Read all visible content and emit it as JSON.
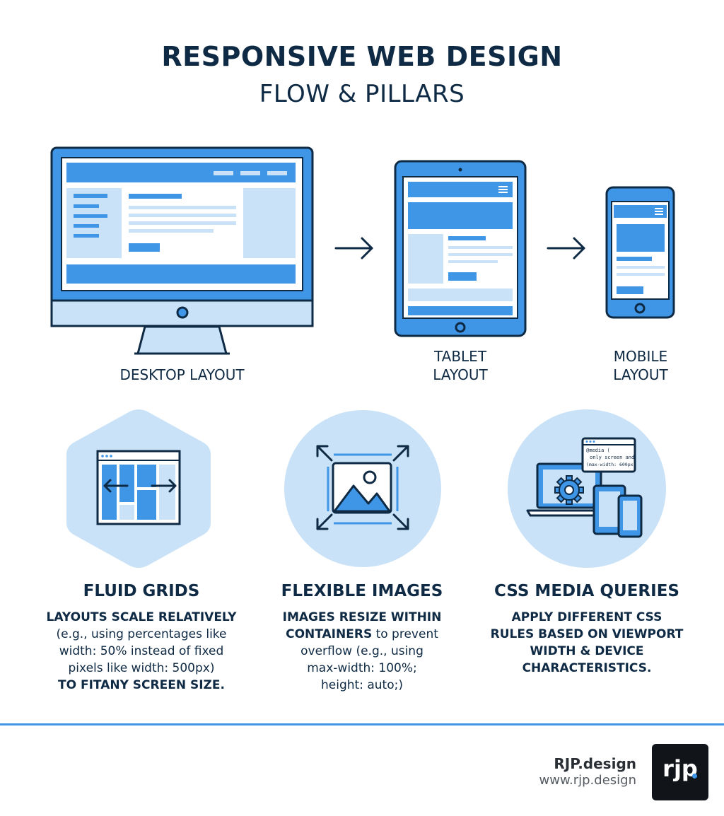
{
  "header": {
    "title": "RESPONSIVE WEB DESIGN",
    "subtitle": "FLOW & PILLARS"
  },
  "devices": {
    "desktop_line1": "DESKTOP LAYOUT",
    "tablet_line1": "TABLET",
    "tablet_line2": "LAYOUT",
    "mobile_line1": "MOBILE",
    "mobile_line2": "LAYOUT"
  },
  "pillars": [
    {
      "title": "FLUID GRIDS",
      "line1": "LAYOUTS SCALE RELATIVELY",
      "line2": "(e.g., using percentages like",
      "line3": "width: 50% instead of fixed",
      "line4": "pixels like width: 500px)",
      "line5": "TO FITANY SCREEN SIZE."
    },
    {
      "title": "FLEXIBLE IMAGES",
      "line1": "IMAGES RESIZE WITHIN",
      "line2_bold": "CONTAINERS",
      "line2_rest": " to prevent",
      "line3": "overflow (e.g., using",
      "line4": "max-width: 100%;",
      "line5": "height: auto;)"
    },
    {
      "title": "CSS MEDIA QUERIES",
      "line1": "APPLY DIFFERENT CSS",
      "line2": "RULES BASED ON VIEWPORT",
      "line3": "WIDTH & DEVICE",
      "line4": "CHARACTERISTICS.",
      "code_line1": "@media (",
      "code_line2": "only screen and",
      "code_line3": "(max-width: 600px)"
    }
  ],
  "brand": {
    "name": "RJP.design",
    "url": "www.rjp.design",
    "logo_text": "rjp"
  },
  "colors": {
    "navy": "#0f2a44",
    "blue": "#3f95e6",
    "light_blue": "#c9e2f7",
    "pale_blue": "#e3f0fb"
  }
}
